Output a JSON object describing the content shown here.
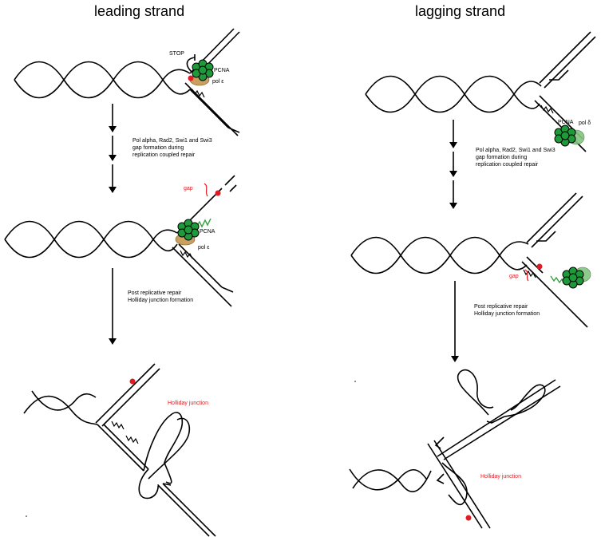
{
  "titles": {
    "leading": "leading strand",
    "lagging": "lagging strand"
  },
  "labels": {
    "stop": "STOP",
    "pcna": "PCNA",
    "pol_e": "pol ε",
    "pol_d": "pol δ",
    "gap": "gap",
    "holliday": "Holliday junction"
  },
  "steps": {
    "gap_line1": "Pol alpha, Rad2, Swi1 and Swi3",
    "gap_line2": "gap formation during",
    "gap_line3": "replication coupled repair",
    "post_line1": "Post replicative repair",
    "post_line2": "Holliday junction formation"
  },
  "colors": {
    "lesion_red": "#e01b22",
    "pcna_green": "#1f9a3a",
    "pol_epsilon_tan": "#c9a060",
    "pol_delta_green": "#86c581",
    "new_strand_green": "#3aa046"
  }
}
